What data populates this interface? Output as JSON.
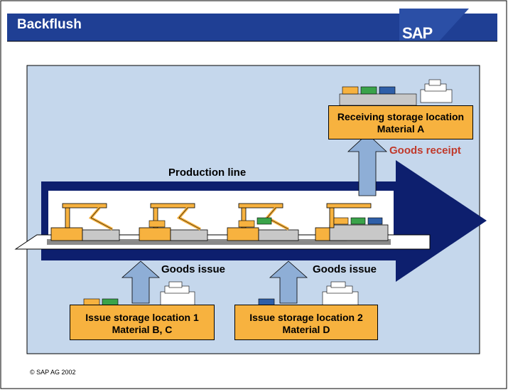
{
  "header": {
    "title": "Backflush",
    "logo_text": "SAP"
  },
  "diagram": {
    "production_line_label": "Production line",
    "goods_receipt_label": "Goods receipt",
    "goods_issue_label_1": "Goods issue",
    "goods_issue_label_2": "Goods issue",
    "receiving_location": {
      "line1": "Receiving storage location",
      "line2": "Material A"
    },
    "issue_location_1": {
      "line1": "Issue storage location 1",
      "line2": "Material B, C"
    },
    "issue_location_2": {
      "line1": "Issue storage location 2",
      "line2": "Material D"
    }
  },
  "footer": {
    "copyright": "© SAP AG 2002"
  },
  "colors": {
    "header_bar": "#1f3f94",
    "panel_bg": "#c5d7ec",
    "big_arrow": "#0d1f6e",
    "box_fill": "#f7b23f",
    "small_arrow": "#8eaed6",
    "receipt_text": "#c0392b"
  }
}
